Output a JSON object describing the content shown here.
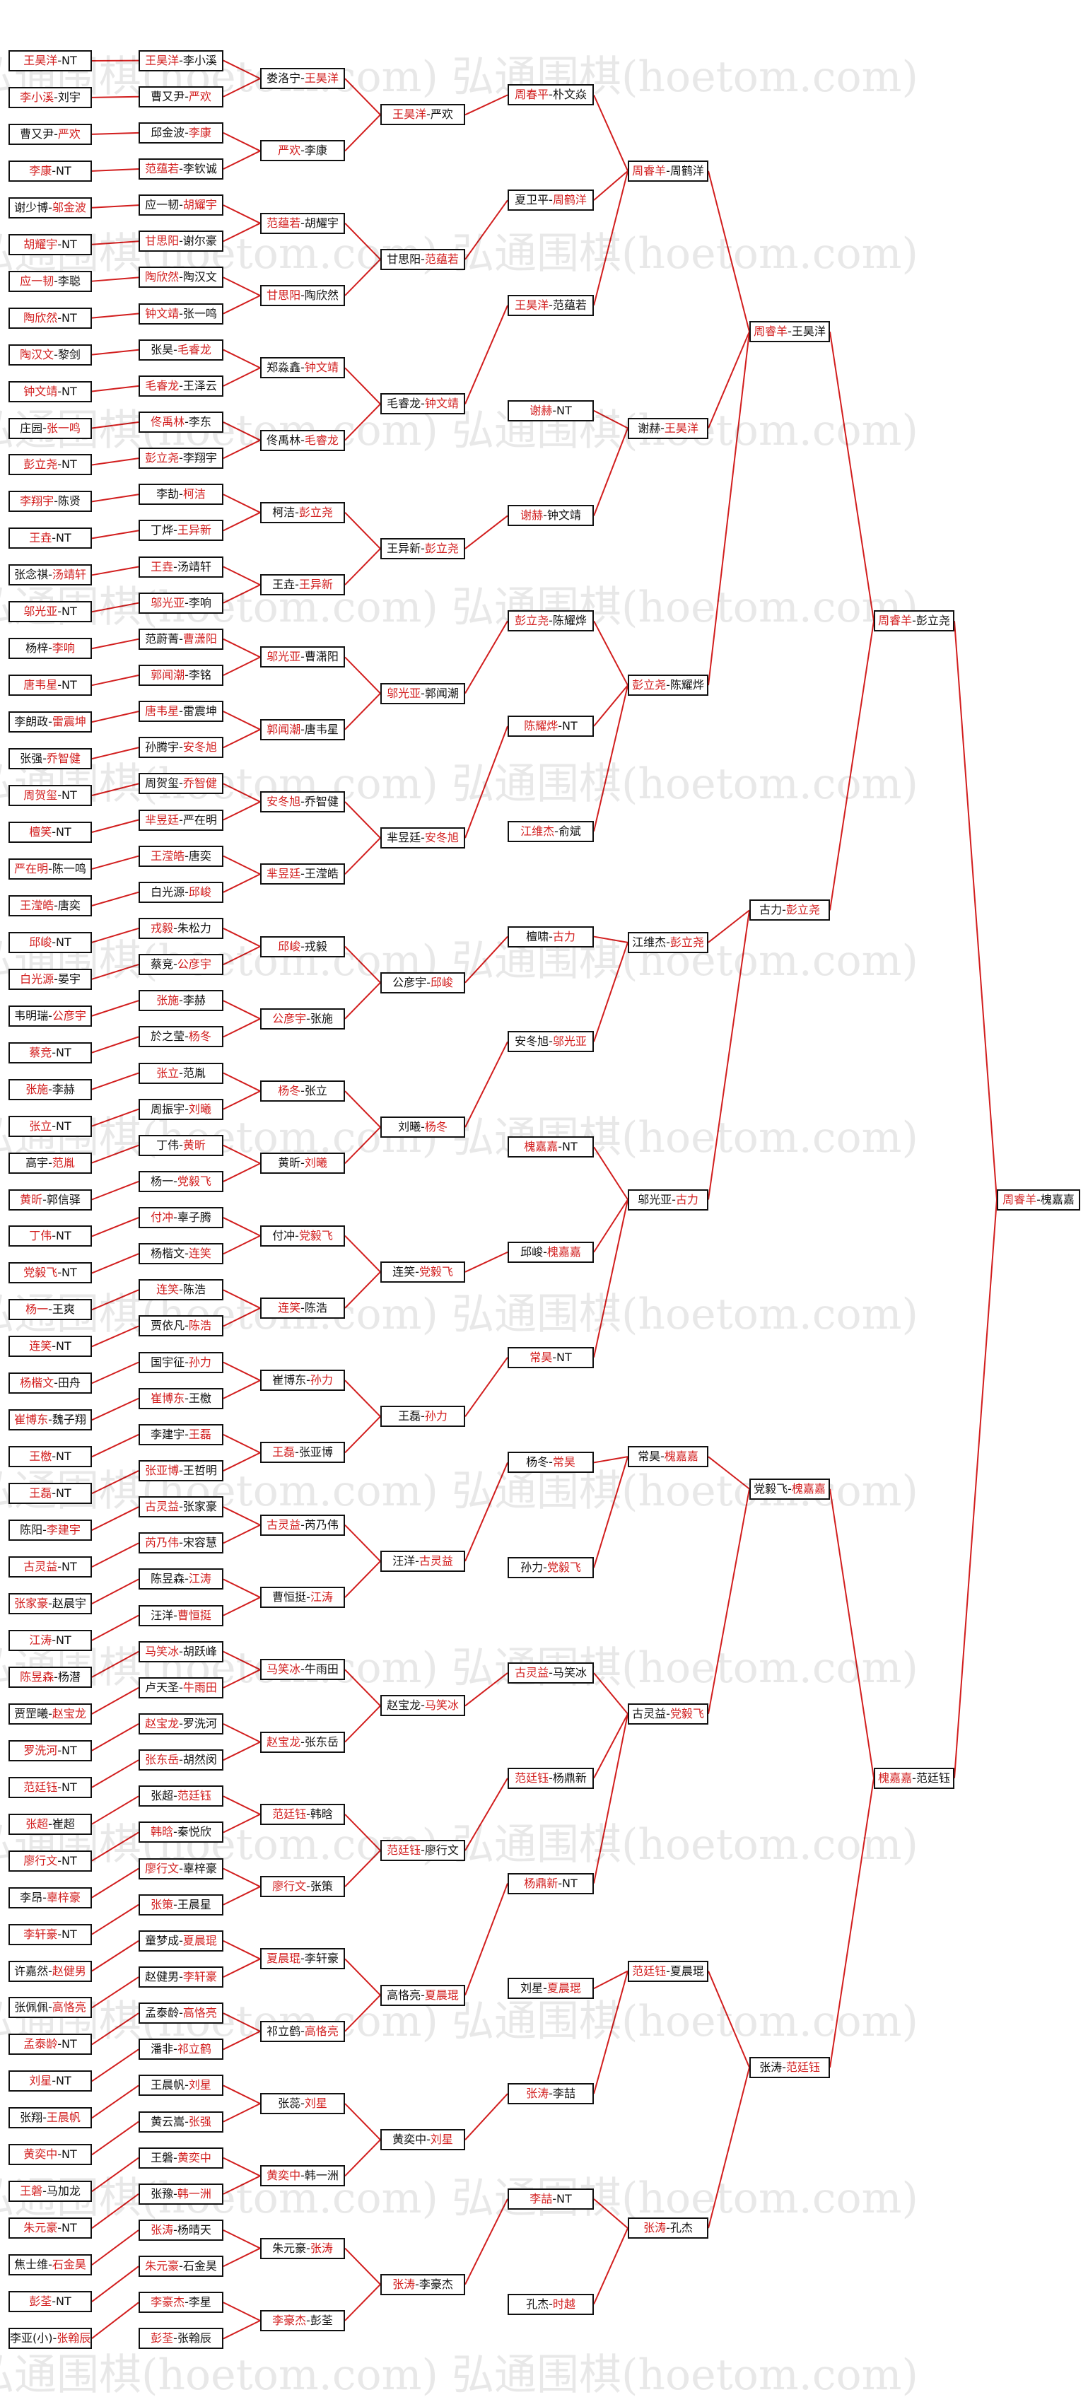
{
  "colors": {
    "winner": "#d21e1e",
    "loser": "#111111",
    "line": "#d21e1e",
    "box_border": "#111111"
  },
  "watermark": "弘通围棋(hoetom.com)",
  "rounds": [
    [
      [
        "王昊洋",
        "NT",
        0
      ],
      [
        "李小溪",
        "刘宇",
        0
      ],
      [
        "曹又尹",
        "严欢",
        1
      ],
      [
        "李康",
        "NT",
        0
      ],
      [
        "谢少博",
        "邬金波",
        1
      ],
      [
        "胡耀宇",
        "NT",
        0
      ],
      [
        "应一韧",
        "李聪",
        0
      ],
      [
        "陶欣然",
        "NT",
        0
      ],
      [
        "陶汉文",
        "黎剑",
        0
      ],
      [
        "钟文靖",
        "NT",
        0
      ],
      [
        "庄园",
        "张一鸣",
        1
      ],
      [
        "彭立尧",
        "NT",
        0
      ],
      [
        "李翔宇",
        "陈贤",
        0
      ],
      [
        "王垚",
        "NT",
        0
      ],
      [
        "张念祺",
        "汤靖轩",
        1
      ],
      [
        "邬光亚",
        "NT",
        0
      ],
      [
        "杨梓",
        "李响",
        1
      ],
      [
        "唐韦星",
        "NT",
        0
      ],
      [
        "李朗政",
        "雷震坤",
        1
      ],
      [
        "张强",
        "乔智健",
        1
      ],
      [
        "周贺玺",
        "NT",
        0
      ],
      [
        "檀笑",
        "NT",
        0
      ],
      [
        "严在明",
        "陈一鸣",
        0
      ],
      [
        "王滢皓",
        "唐奕",
        0
      ],
      [
        "邱峻",
        "NT",
        0
      ],
      [
        "白光源",
        "晏宇",
        0
      ],
      [
        "韦明瑞",
        "公彦宇",
        1
      ],
      [
        "蔡竞",
        "NT",
        0
      ],
      [
        "张施",
        "李赫",
        0
      ],
      [
        "张立",
        "NT",
        0
      ],
      [
        "高宇",
        "范胤",
        1
      ],
      [
        "黄昕",
        "郭信驿",
        0
      ],
      [
        "丁伟",
        "NT",
        0
      ],
      [
        "党毅飞",
        "NT",
        0
      ],
      [
        "杨一",
        "王爽",
        0
      ],
      [
        "连笑",
        "NT",
        0
      ],
      [
        "杨楷文",
        "田舟",
        0
      ],
      [
        "崔博东",
        "魏子翔",
        0
      ],
      [
        "王檄",
        "NT",
        0
      ],
      [
        "王磊",
        "NT",
        0
      ],
      [
        "陈阳",
        "李建宇",
        1
      ],
      [
        "古灵益",
        "NT",
        0
      ],
      [
        "张家豪",
        "赵晨宇",
        0
      ],
      [
        "江涛",
        "NT",
        0
      ],
      [
        "陈昱森",
        "杨潜",
        0
      ],
      [
        "贾罡曦",
        "赵宝龙",
        1
      ],
      [
        "罗洗河",
        "NT",
        0
      ],
      [
        "范廷钰",
        "NT",
        0
      ],
      [
        "张超",
        "崔超",
        0
      ],
      [
        "廖行文",
        "NT",
        0
      ],
      [
        "李昂",
        "辜梓豪",
        1
      ],
      [
        "李轩豪",
        "NT",
        0
      ],
      [
        "许嘉然",
        "赵健男",
        1
      ],
      [
        "张佩佩",
        "高恪亮",
        1
      ],
      [
        "孟泰龄",
        "NT",
        0
      ],
      [
        "刘星",
        "NT",
        0
      ],
      [
        "张翔",
        "王晨帆",
        1
      ],
      [
        "黄奕中",
        "NT",
        0
      ],
      [
        "王磐",
        "马加龙",
        0
      ],
      [
        "朱元豪",
        "NT",
        0
      ],
      [
        "焦士维",
        "石金昊",
        1
      ],
      [
        "彭荃",
        "NT",
        0
      ],
      [
        "李亚(小)",
        "张翰辰",
        1
      ]
    ],
    [
      [
        "王昊洋",
        "李小溪",
        0
      ],
      [
        "曹又尹",
        "严欢",
        1
      ],
      [
        "邱金波",
        "李康",
        1
      ],
      [
        "范蕴若",
        "李钦诚",
        0
      ],
      [
        "应一韧",
        "胡耀宇",
        1
      ],
      [
        "甘思阳",
        "谢尔豪",
        0
      ],
      [
        "陶欣然",
        "陶汉文",
        0
      ],
      [
        "钟文靖",
        "张一鸣",
        0
      ],
      [
        "张昊",
        "毛睿龙",
        1
      ],
      [
        "毛睿龙",
        "王泽云",
        0
      ],
      [
        "佟禹林",
        "李东",
        0
      ],
      [
        "彭立尧",
        "李翔宇",
        0
      ],
      [
        "李劼",
        "柯洁",
        1
      ],
      [
        "丁烨",
        "王异新",
        1
      ],
      [
        "王垚",
        "汤靖轩",
        0
      ],
      [
        "邬光亚",
        "李响",
        0
      ],
      [
        "范蔚菁",
        "曹潇阳",
        1
      ],
      [
        "郭闻潮",
        "李铭",
        0
      ],
      [
        "唐韦星",
        "雷震坤",
        0
      ],
      [
        "孙腾宇",
        "安冬旭",
        1
      ],
      [
        "周贺玺",
        "乔智健",
        1
      ],
      [
        "芈昱廷",
        "严在明",
        0
      ],
      [
        "王滢皓",
        "唐奕",
        0
      ],
      [
        "白光源",
        "邱峻",
        1
      ],
      [
        "戎毅",
        "朱松力",
        0
      ],
      [
        "蔡竞",
        "公彦宇",
        1
      ],
      [
        "张施",
        "李赫",
        0
      ],
      [
        "於之莹",
        "杨冬",
        1
      ],
      [
        "张立",
        "范胤",
        0
      ],
      [
        "周振宇",
        "刘曦",
        1
      ],
      [
        "丁伟",
        "黄昕",
        1
      ],
      [
        "杨一",
        "党毅飞",
        1
      ],
      [
        "付冲",
        "辜子腾",
        0
      ],
      [
        "杨楷文",
        "连笑",
        1
      ],
      [
        "连笑",
        "陈浩",
        0
      ],
      [
        "贾依凡",
        "陈浩",
        1
      ],
      [
        "国宇征",
        "孙力",
        1
      ],
      [
        "崔博东",
        "王檄",
        0
      ],
      [
        "李建宇",
        "王磊",
        1
      ],
      [
        "张亚博",
        "王哲明",
        0
      ],
      [
        "古灵益",
        "张家豪",
        0
      ],
      [
        "芮乃伟",
        "宋容慧",
        0
      ],
      [
        "陈昱森",
        "江涛",
        1
      ],
      [
        "汪洋",
        "曹恒挺",
        1
      ],
      [
        "马笑冰",
        "胡跃峰",
        0
      ],
      [
        "卢天圣",
        "牛雨田",
        1
      ],
      [
        "赵宝龙",
        "罗洗河",
        0
      ],
      [
        "张东岳",
        "胡然闵",
        0
      ],
      [
        "张超",
        "范廷钰",
        1
      ],
      [
        "韩晗",
        "秦悦欣",
        0
      ],
      [
        "廖行文",
        "辜梓豪",
        0
      ],
      [
        "张策",
        "王晨星",
        0
      ],
      [
        "童梦成",
        "夏晨琨",
        1
      ],
      [
        "赵健男",
        "李轩豪",
        1
      ],
      [
        "孟泰龄",
        "高恪亮",
        1
      ],
      [
        "潘非",
        "祁立鹤",
        1
      ],
      [
        "王晨帆",
        "刘星",
        1
      ],
      [
        "黄云嵩",
        "张强",
        1
      ],
      [
        "王磐",
        "黄奕中",
        1
      ],
      [
        "张豫",
        "韩一洲",
        1
      ],
      [
        "张涛",
        "杨晴天",
        0
      ],
      [
        "朱元豪",
        "石金昊",
        0
      ],
      [
        "李豪杰",
        "李星",
        0
      ],
      [
        "彭荃",
        "张翰辰",
        0
      ]
    ],
    [
      [
        "娄洛宁",
        "王昊洋",
        1
      ],
      [
        "严欢",
        "李康",
        0
      ],
      [
        "范蕴若",
        "胡耀宇",
        0
      ],
      [
        "甘思阳",
        "陶欣然",
        0
      ],
      [
        "郑淼鑫",
        "钟文靖",
        1
      ],
      [
        "佟禹林",
        "毛睿龙",
        1
      ],
      [
        "柯洁",
        "彭立尧",
        1
      ],
      [
        "王垚",
        "王异新",
        1
      ],
      [
        "邬光亚",
        "曹潇阳",
        0
      ],
      [
        "郭闻潮",
        "唐韦星",
        0
      ],
      [
        "安冬旭",
        "乔智健",
        0
      ],
      [
        "芈昱廷",
        "王滢皓",
        0
      ],
      [
        "邱峻",
        "戎毅",
        0
      ],
      [
        "公彦宇",
        "张施",
        0
      ],
      [
        "杨冬",
        "张立",
        0
      ],
      [
        "黄昕",
        "刘曦",
        1
      ],
      [
        "付冲",
        "党毅飞",
        1
      ],
      [
        "连笑",
        "陈浩",
        0
      ],
      [
        "崔博东",
        "孙力",
        1
      ],
      [
        "王磊",
        "张亚博",
        0
      ],
      [
        "古灵益",
        "芮乃伟",
        0
      ],
      [
        "曹恒挺",
        "江涛",
        1
      ],
      [
        "马笑冰",
        "牛雨田",
        0
      ],
      [
        "赵宝龙",
        "张东岳",
        0
      ],
      [
        "范廷钰",
        "韩晗",
        0
      ],
      [
        "廖行文",
        "张策",
        0
      ],
      [
        "夏晨琨",
        "李轩豪",
        0
      ],
      [
        "祁立鹤",
        "高恪亮",
        1
      ],
      [
        "张蕊",
        "刘星",
        1
      ],
      [
        "黄奕中",
        "韩一洲",
        0
      ],
      [
        "朱元豪",
        "张涛",
        1
      ],
      [
        "李豪杰",
        "彭荃",
        0
      ]
    ],
    [
      [
        "王昊洋",
        "严欢",
        0
      ],
      [
        "甘思阳",
        "范蕴若",
        1
      ],
      [
        "毛睿龙",
        "钟文靖",
        1
      ],
      [
        "王异新",
        "彭立尧",
        1
      ],
      [
        "邬光亚",
        "郭闻潮",
        0
      ],
      [
        "芈昱廷",
        "安冬旭",
        1
      ],
      [
        "公彦宇",
        "邱峻",
        1
      ],
      [
        "刘曦",
        "杨冬",
        1
      ],
      [
        "连笑",
        "党毅飞",
        1
      ],
      [
        "王磊",
        "孙力",
        1
      ],
      [
        "汪洋",
        "古灵益",
        1
      ],
      [
        "赵宝龙",
        "马笑冰",
        1
      ],
      [
        "范廷钰",
        "廖行文",
        0
      ],
      [
        "高恪亮",
        "夏晨琨",
        1
      ],
      [
        "黄奕中",
        "刘星",
        1
      ],
      [
        "张涛",
        "李豪杰",
        0
      ]
    ],
    [
      [
        "周春平",
        "朴文焱",
        0
      ],
      [
        "夏卫平",
        "周鹤洋",
        1
      ],
      [
        "王昊洋",
        "范蕴若",
        0
      ],
      [
        "谢赫",
        "NT",
        0
      ],
      [
        "谢赫",
        "钟文靖",
        0
      ],
      [
        "彭立尧",
        "陈耀烨",
        0
      ],
      [
        "陈耀烨",
        "NT",
        0
      ],
      [
        "江维杰",
        "俞斌",
        0
      ],
      [
        "檀啸",
        "古力",
        1
      ],
      [
        "安冬旭",
        "邬光亚",
        1
      ],
      [
        "槐嘉嘉",
        "NT",
        0
      ],
      [
        "邱峻",
        "槐嘉嘉",
        1
      ],
      [
        "常昊",
        "NT",
        0
      ],
      [
        "杨冬",
        "常昊",
        1
      ],
      [
        "孙力",
        "党毅飞",
        1
      ],
      [
        "古灵益",
        "马笑冰",
        0
      ],
      [
        "范廷钰",
        "杨鼎新",
        0
      ],
      [
        "杨鼎新",
        "NT",
        0
      ],
      [
        "刘星",
        "夏晨琨",
        1
      ],
      [
        "张涛",
        "李喆",
        0
      ],
      [
        "李喆",
        "NT",
        0
      ],
      [
        "孔杰",
        "时越",
        1
      ]
    ],
    [
      [
        "周睿羊",
        "周鹤洋",
        0
      ],
      [
        "谢赫",
        "王昊洋",
        1
      ],
      [
        "彭立尧",
        "陈耀烨",
        0
      ],
      [
        "江维杰",
        "彭立尧",
        1
      ],
      [
        "邬光亚",
        "古力",
        1
      ],
      [
        "常昊",
        "槐嘉嘉",
        1
      ],
      [
        "古灵益",
        "党毅飞",
        1
      ],
      [
        "范廷钰",
        "夏晨琨",
        0
      ],
      [
        "张涛",
        "孔杰",
        0
      ]
    ],
    [
      [
        "周睿羊",
        "王昊洋",
        0
      ],
      [
        "古力",
        "彭立尧",
        1
      ],
      [
        "党毅飞",
        "槐嘉嘉",
        1
      ],
      [
        "张涛",
        "范廷钰",
        1
      ]
    ],
    [
      [
        "周睿羊",
        "彭立尧",
        0
      ],
      [
        "槐嘉嘉",
        "范廷钰",
        0
      ]
    ],
    [
      [
        "周睿羊",
        "槐嘉嘉",
        0
      ]
    ]
  ]
}
